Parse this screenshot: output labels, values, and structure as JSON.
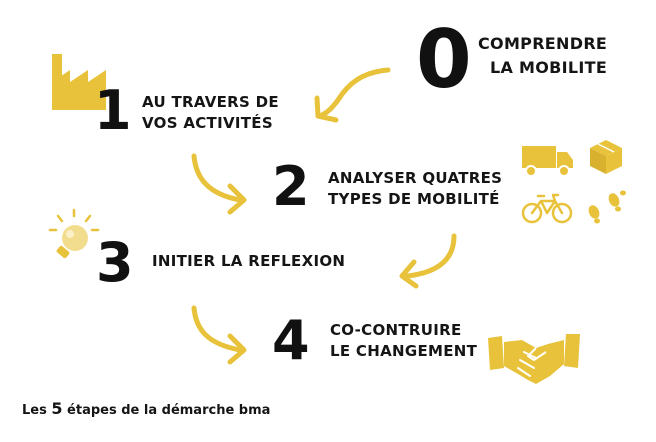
{
  "colors": {
    "accent": "#e7c23a",
    "text": "#141414"
  },
  "steps": [
    {
      "number": "0",
      "lines": [
        "COMPRENDRE",
        "LA MOBILITE"
      ]
    },
    {
      "number": "1",
      "lines": [
        "AU TRAVERS DE",
        "VOS ACTIVITÉS"
      ],
      "icon": "factory-icon"
    },
    {
      "number": "2",
      "lines": [
        "ANALYSER QUATRES",
        "TYPES DE MOBILITÉ"
      ],
      "icons": [
        "truck-icon",
        "package-icon",
        "bicycle-icon",
        "footprints-icon"
      ]
    },
    {
      "number": "3",
      "lines": [
        "INITIER LA REFLEXION"
      ],
      "icon": "lightbulb-icon"
    },
    {
      "number": "4",
      "lines": [
        "CO-CONTRUIRE",
        "LE CHANGEMENT"
      ],
      "icon": "handshake-icon"
    }
  ],
  "caption": {
    "prefix": "Les",
    "number": "5",
    "suffix": "étapes de la démarche bma"
  }
}
